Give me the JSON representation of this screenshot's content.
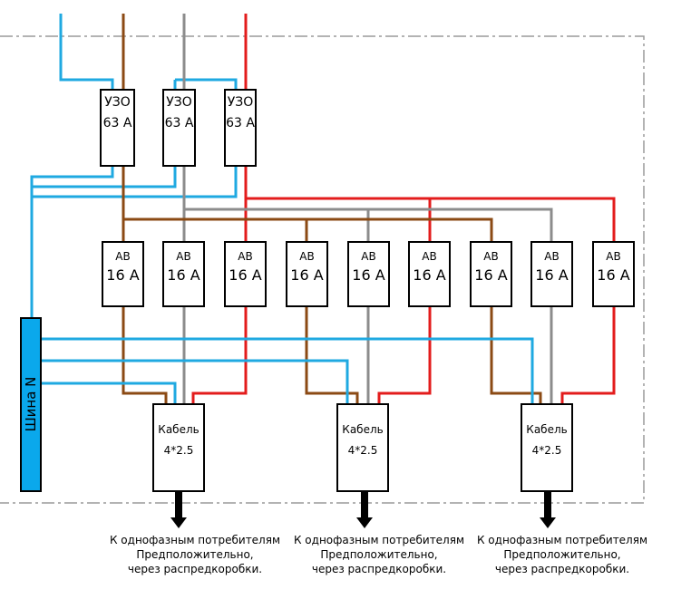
{
  "colors": {
    "neutral": "#1fa9e1",
    "phase_a": "#8b4a14",
    "phase_b": "#8c8c8c",
    "phase_c": "#e31c1c",
    "bus_fill": "#0aa8ec",
    "enclosure": "#9a9a9a",
    "arrow": "#000000"
  },
  "rcds": [
    {
      "line1": "УЗО",
      "line2": "63 А",
      "phase": "phase_a"
    },
    {
      "line1": "УЗО",
      "line2": "63 А",
      "phase": "phase_b"
    },
    {
      "line1": "УЗО",
      "line2": "63 А",
      "phase": "phase_c"
    }
  ],
  "breakers": [
    {
      "line1": "АВ",
      "line2": "16 А",
      "phase": "phase_a"
    },
    {
      "line1": "АВ",
      "line2": "16 А",
      "phase": "phase_b"
    },
    {
      "line1": "АВ",
      "line2": "16 А",
      "phase": "phase_c"
    },
    {
      "line1": "АВ",
      "line2": "16 А",
      "phase": "phase_a"
    },
    {
      "line1": "АВ",
      "line2": "16 А",
      "phase": "phase_b"
    },
    {
      "line1": "АВ",
      "line2": "16 А",
      "phase": "phase_c"
    },
    {
      "line1": "АВ",
      "line2": "16 А",
      "phase": "phase_a"
    },
    {
      "line1": "АВ",
      "line2": "16 А",
      "phase": "phase_b"
    },
    {
      "line1": "АВ",
      "line2": "16 А",
      "phase": "phase_c"
    }
  ],
  "bus": {
    "label": "Шина N"
  },
  "cables": [
    {
      "line1": "Кабель",
      "line2": "4*2.5",
      "caption1": "К однофазным потребителям",
      "caption2": "Предположительно,",
      "caption3": "через распредкоробки."
    },
    {
      "line1": "Кабель",
      "line2": "4*2.5",
      "caption1": "К однофазным потребителям",
      "caption2": "Предположительно,",
      "caption3": "через распредкоробки."
    },
    {
      "line1": "Кабель",
      "line2": "4*2.5",
      "caption1": "К однофазным потребителям",
      "caption2": "Предположительно,",
      "caption3": "через распредкоробки."
    }
  ]
}
